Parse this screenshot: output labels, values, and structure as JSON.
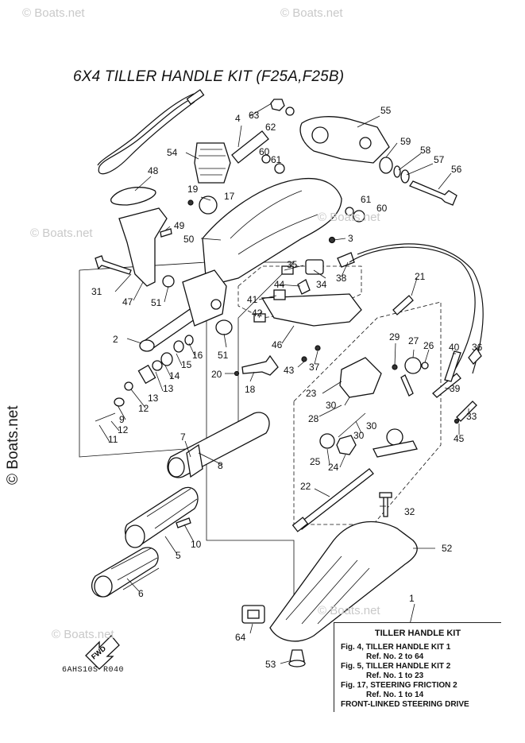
{
  "title": "6X4 TILLER HANDLE KIT (F25A,F25B)",
  "watermark": "© Boats.net",
  "side_watermark": "© Boats.net",
  "drawing_code": "6AHS10S R040",
  "fwd_label": "FWD",
  "kit_box": {
    "heading": "TILLER HANDLE KIT",
    "line1": "Fig. 4, TILLER HANDLE KIT 1",
    "line1_ref": "Ref. No. 2 to 64",
    "line2": "Fig. 5, TILLER HANDLE KIT 2",
    "line2_ref": "Ref. No. 1 to 23",
    "line3": "Fig. 17, STEERING FRICTION 2",
    "line3_ref": "Ref. No. 1 to 14",
    "line4": "FRONT-LINKED STEERING DRIVE"
  },
  "callouts": [
    "1",
    "2",
    "3",
    "4",
    "5",
    "6",
    "7",
    "8",
    "9",
    "10",
    "11",
    "12",
    "13",
    "14",
    "15",
    "16",
    "17",
    "18",
    "19",
    "20",
    "21",
    "22",
    "23",
    "24",
    "25",
    "26",
    "27",
    "28",
    "29",
    "30",
    "31",
    "32",
    "33",
    "34",
    "35",
    "36",
    "37",
    "38",
    "39",
    "40",
    "41",
    "42",
    "43",
    "44",
    "45",
    "46",
    "47",
    "48",
    "49",
    "50",
    "51",
    "52",
    "53",
    "54",
    "55",
    "56",
    "57",
    "58",
    "59",
    "60",
    "61",
    "62",
    "63",
    "64"
  ]
}
